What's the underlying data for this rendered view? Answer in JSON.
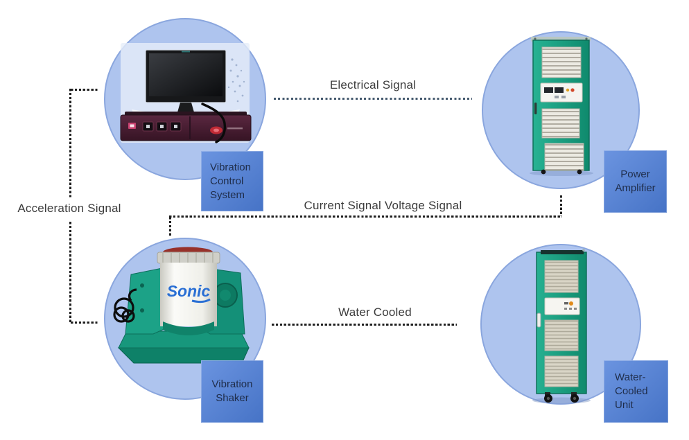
{
  "nodes": [
    {
      "id": "vibration-control-system",
      "lines": [
        "Vibration",
        "Control",
        "System"
      ]
    },
    {
      "id": "power-amplifier",
      "lines": [
        "Power",
        "Amplifier"
      ]
    },
    {
      "id": "vibration-shaker",
      "lines": [
        "Vibration",
        "Shaker"
      ]
    },
    {
      "id": "water-cooled-unit",
      "lines": [
        "Water-",
        "Cooled",
        "Unit"
      ]
    }
  ],
  "signals": {
    "electrical": "Electrical Signal",
    "acceleration": "Acceleration Signal",
    "current_voltage": "Current Signal Voltage Signal",
    "water_cooled": "Water Cooled"
  },
  "equipment": {
    "shaker_logo": "Sonic"
  },
  "colors": {
    "circle_fill": "#aec4ee",
    "circle_border": "#8aa6de",
    "node_box_light": "#6b94e0",
    "node_box_dark": "#4673c6",
    "node_text": "#1f2d4a",
    "signal_text": "#3b3b3b",
    "dotted_line_dark": "#1f1f1f",
    "dotted_line_slate": "#44596e",
    "cabinet_green": "#1ba98a",
    "controller_maroon": "#4a1f30",
    "shaker_logo_blue": "#2a6fd4"
  }
}
